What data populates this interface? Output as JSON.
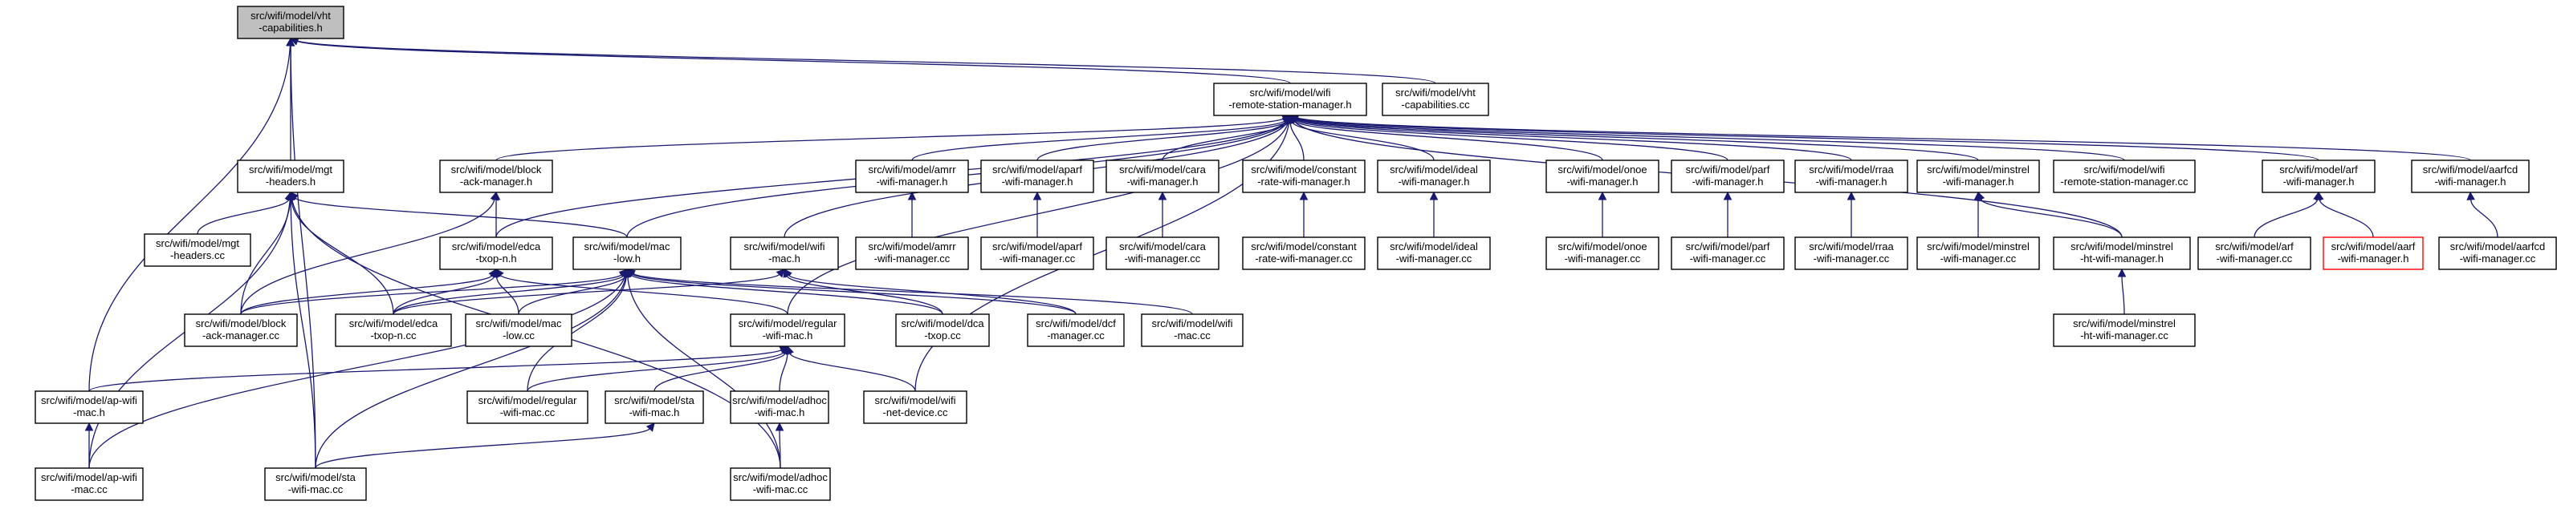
{
  "colors": {
    "edge": "#191970",
    "node_border": "#000000",
    "node_fill": "#ffffff",
    "highlight_fill": "#bfbfbf",
    "broken_border": "#ff0000"
  },
  "nodes": [
    {
      "id": "vht_h",
      "lines": [
        "src/wifi/model/vht",
        "-capabilities.h"
      ],
      "style": "highlight"
    },
    {
      "id": "rsm_h",
      "lines": [
        "src/wifi/model/wifi",
        "-remote-station-manager.h"
      ]
    },
    {
      "id": "vht_cc",
      "lines": [
        "src/wifi/model/vht",
        "-capabilities.cc"
      ]
    },
    {
      "id": "mgt_h",
      "lines": [
        "src/wifi/model/mgt",
        "-headers.h"
      ]
    },
    {
      "id": "block_h",
      "lines": [
        "src/wifi/model/block",
        "-ack-manager.h"
      ]
    },
    {
      "id": "amrr_h",
      "lines": [
        "src/wifi/model/amrr",
        "-wifi-manager.h"
      ]
    },
    {
      "id": "aparf_h",
      "lines": [
        "src/wifi/model/aparf",
        "-wifi-manager.h"
      ]
    },
    {
      "id": "cara_h",
      "lines": [
        "src/wifi/model/cara",
        "-wifi-manager.h"
      ]
    },
    {
      "id": "const_h",
      "lines": [
        "src/wifi/model/constant",
        "-rate-wifi-manager.h"
      ]
    },
    {
      "id": "ideal_h",
      "lines": [
        "src/wifi/model/ideal",
        "-wifi-manager.h"
      ]
    },
    {
      "id": "onoe_h",
      "lines": [
        "src/wifi/model/onoe",
        "-wifi-manager.h"
      ]
    },
    {
      "id": "parf_h",
      "lines": [
        "src/wifi/model/parf",
        "-wifi-manager.h"
      ]
    },
    {
      "id": "rraa_h",
      "lines": [
        "src/wifi/model/rraa",
        "-wifi-manager.h"
      ]
    },
    {
      "id": "minstrel_h",
      "lines": [
        "src/wifi/model/minstrel",
        "-wifi-manager.h"
      ]
    },
    {
      "id": "rsm_cc",
      "lines": [
        "src/wifi/model/wifi",
        "-remote-station-manager.cc"
      ]
    },
    {
      "id": "arf_h",
      "lines": [
        "src/wifi/model/arf",
        "-wifi-manager.h"
      ]
    },
    {
      "id": "aarfcd_h",
      "lines": [
        "src/wifi/model/aarfcd",
        "-wifi-manager.h"
      ]
    },
    {
      "id": "mgt_cc",
      "lines": [
        "src/wifi/model/mgt",
        "-headers.cc"
      ]
    },
    {
      "id": "edca_h",
      "lines": [
        "src/wifi/model/edca",
        "-txop-n.h"
      ]
    },
    {
      "id": "maclow_h",
      "lines": [
        "src/wifi/model/mac",
        "-low.h"
      ]
    },
    {
      "id": "wifimac_h",
      "lines": [
        "src/wifi/model/wifi",
        "-mac.h"
      ]
    },
    {
      "id": "amrr_cc",
      "lines": [
        "src/wifi/model/amrr",
        "-wifi-manager.cc"
      ]
    },
    {
      "id": "aparf_cc",
      "lines": [
        "src/wifi/model/aparf",
        "-wifi-manager.cc"
      ]
    },
    {
      "id": "cara_cc",
      "lines": [
        "src/wifi/model/cara",
        "-wifi-manager.cc"
      ]
    },
    {
      "id": "const_cc",
      "lines": [
        "src/wifi/model/constant",
        "-rate-wifi-manager.cc"
      ]
    },
    {
      "id": "ideal_cc",
      "lines": [
        "src/wifi/model/ideal",
        "-wifi-manager.cc"
      ]
    },
    {
      "id": "onoe_cc",
      "lines": [
        "src/wifi/model/onoe",
        "-wifi-manager.cc"
      ]
    },
    {
      "id": "parf_cc",
      "lines": [
        "src/wifi/model/parf",
        "-wifi-manager.cc"
      ]
    },
    {
      "id": "rraa_cc",
      "lines": [
        "src/wifi/model/rraa",
        "-wifi-manager.cc"
      ]
    },
    {
      "id": "minstrel_cc",
      "lines": [
        "src/wifi/model/minstrel",
        "-wifi-manager.cc"
      ]
    },
    {
      "id": "minht_h",
      "lines": [
        "src/wifi/model/minstrel",
        "-ht-wifi-manager.h"
      ]
    },
    {
      "id": "arf_cc",
      "lines": [
        "src/wifi/model/arf",
        "-wifi-manager.cc"
      ]
    },
    {
      "id": "aarf_h",
      "lines": [
        "src/wifi/model/aarf",
        "-wifi-manager.h"
      ],
      "style": "red"
    },
    {
      "id": "aarfcd_cc",
      "lines": [
        "src/wifi/model/aarfcd",
        "-wifi-manager.cc"
      ]
    },
    {
      "id": "block_cc",
      "lines": [
        "src/wifi/model/block",
        "-ack-manager.cc"
      ]
    },
    {
      "id": "edca_cc",
      "lines": [
        "src/wifi/model/edca",
        "-txop-n.cc"
      ]
    },
    {
      "id": "maclow_cc",
      "lines": [
        "src/wifi/model/mac",
        "-low.cc"
      ]
    },
    {
      "id": "regular_h",
      "lines": [
        "src/wifi/model/regular",
        "-wifi-mac.h"
      ]
    },
    {
      "id": "dca_cc",
      "lines": [
        "src/wifi/model/dca",
        "-txop.cc"
      ]
    },
    {
      "id": "dcf_cc",
      "lines": [
        "src/wifi/model/dcf",
        "-manager.cc"
      ]
    },
    {
      "id": "wifimac_cc",
      "lines": [
        "src/wifi/model/wifi",
        "-mac.cc"
      ]
    },
    {
      "id": "minht_cc",
      "lines": [
        "src/wifi/model/minstrel",
        "-ht-wifi-manager.cc"
      ]
    },
    {
      "id": "apwifi_h",
      "lines": [
        "src/wifi/model/ap-wifi",
        "-mac.h"
      ]
    },
    {
      "id": "regular_cc",
      "lines": [
        "src/wifi/model/regular",
        "-wifi-mac.cc"
      ]
    },
    {
      "id": "sta_h",
      "lines": [
        "src/wifi/model/sta",
        "-wifi-mac.h"
      ]
    },
    {
      "id": "adhoc_h",
      "lines": [
        "src/wifi/model/adhoc",
        "-wifi-mac.h"
      ]
    },
    {
      "id": "netdev_cc",
      "lines": [
        "src/wifi/model/wifi",
        "-net-device.cc"
      ]
    },
    {
      "id": "apwifi_cc",
      "lines": [
        "src/wifi/model/ap-wifi",
        "-mac.cc"
      ]
    },
    {
      "id": "sta_cc",
      "lines": [
        "src/wifi/model/sta",
        "-wifi-mac.cc"
      ]
    },
    {
      "id": "adhoc_cc",
      "lines": [
        "src/wifi/model/adhoc",
        "-wifi-mac.cc"
      ]
    }
  ],
  "edges": [
    [
      "rsm_h",
      "vht_h"
    ],
    [
      "vht_cc",
      "vht_h"
    ],
    [
      "mgt_h",
      "vht_h"
    ],
    [
      "apwifi_h",
      "vht_h"
    ],
    [
      "sta_cc",
      "vht_h"
    ],
    [
      "block_h",
      "rsm_h"
    ],
    [
      "edca_h",
      "rsm_h"
    ],
    [
      "maclow_h",
      "rsm_h"
    ],
    [
      "wifimac_h",
      "rsm_h"
    ],
    [
      "regular_h",
      "rsm_h"
    ],
    [
      "amrr_h",
      "rsm_h"
    ],
    [
      "aparf_h",
      "rsm_h"
    ],
    [
      "cara_h",
      "rsm_h"
    ],
    [
      "const_h",
      "rsm_h"
    ],
    [
      "ideal_h",
      "rsm_h"
    ],
    [
      "netdev_cc",
      "rsm_h"
    ],
    [
      "onoe_h",
      "rsm_h"
    ],
    [
      "parf_h",
      "rsm_h"
    ],
    [
      "rraa_h",
      "rsm_h"
    ],
    [
      "minstrel_h",
      "rsm_h"
    ],
    [
      "rsm_cc",
      "rsm_h"
    ],
    [
      "minht_h",
      "rsm_h"
    ],
    [
      "arf_h",
      "rsm_h"
    ],
    [
      "aarfcd_h",
      "rsm_h"
    ],
    [
      "mgt_cc",
      "mgt_h"
    ],
    [
      "block_cc",
      "mgt_h"
    ],
    [
      "edca_cc",
      "mgt_h"
    ],
    [
      "maclow_h",
      "mgt_h"
    ],
    [
      "apwifi_cc",
      "mgt_h"
    ],
    [
      "sta_cc",
      "mgt_h"
    ],
    [
      "adhoc_cc",
      "mgt_h"
    ],
    [
      "block_cc",
      "block_h"
    ],
    [
      "edca_h",
      "block_h"
    ],
    [
      "amrr_cc",
      "amrr_h"
    ],
    [
      "aparf_cc",
      "aparf_h"
    ],
    [
      "cara_cc",
      "cara_h"
    ],
    [
      "const_cc",
      "const_h"
    ],
    [
      "ideal_cc",
      "ideal_h"
    ],
    [
      "onoe_cc",
      "onoe_h"
    ],
    [
      "parf_cc",
      "parf_h"
    ],
    [
      "rraa_cc",
      "rraa_h"
    ],
    [
      "minstrel_cc",
      "minstrel_h"
    ],
    [
      "minht_h",
      "minstrel_h"
    ],
    [
      "minht_cc",
      "minht_h"
    ],
    [
      "arf_cc",
      "arf_h"
    ],
    [
      "aarf_h",
      "arf_h"
    ],
    [
      "aarfcd_cc",
      "aarfcd_h"
    ],
    [
      "block_cc",
      "edca_h"
    ],
    [
      "edca_cc",
      "edca_h"
    ],
    [
      "maclow_cc",
      "edca_h"
    ],
    [
      "regular_h",
      "edca_h"
    ],
    [
      "block_cc",
      "maclow_h"
    ],
    [
      "edca_cc",
      "maclow_h"
    ],
    [
      "maclow_cc",
      "maclow_h"
    ],
    [
      "dca_cc",
      "maclow_h"
    ],
    [
      "dcf_cc",
      "maclow_h"
    ],
    [
      "wifimac_cc",
      "maclow_h"
    ],
    [
      "apwifi_cc",
      "maclow_h"
    ],
    [
      "sta_cc",
      "maclow_h"
    ],
    [
      "adhoc_cc",
      "maclow_h"
    ],
    [
      "regular_cc",
      "maclow_h"
    ],
    [
      "edca_cc",
      "wifimac_h"
    ],
    [
      "dca_cc",
      "wifimac_h"
    ],
    [
      "dcf_cc",
      "wifimac_h"
    ],
    [
      "apwifi_h",
      "regular_h"
    ],
    [
      "regular_cc",
      "regular_h"
    ],
    [
      "sta_h",
      "regular_h"
    ],
    [
      "adhoc_h",
      "regular_h"
    ],
    [
      "netdev_cc",
      "regular_h"
    ],
    [
      "apwifi_cc",
      "apwifi_h"
    ],
    [
      "sta_cc",
      "sta_h"
    ],
    [
      "adhoc_cc",
      "adhoc_h"
    ]
  ]
}
